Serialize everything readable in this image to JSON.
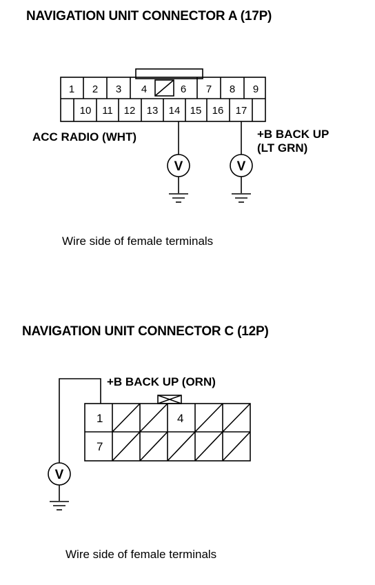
{
  "connector_a": {
    "title": "NAVIGATION UNIT CONNECTOR A (17P)",
    "top_row": [
      "1",
      "2",
      "3",
      "4",
      "6",
      "7",
      "8",
      "9"
    ],
    "bottom_row": [
      "10",
      "11",
      "12",
      "13",
      "14",
      "15",
      "16",
      "17"
    ],
    "probe_left_label": "ACC RADIO (WHT)",
    "probe_right_label_line1": "+B BACK UP",
    "probe_right_label_line2": "(LT GRN)",
    "probe_symbol": "V",
    "caption": "Wire side of female terminals"
  },
  "connector_c": {
    "title": "NAVIGATION UNIT CONNECTOR C (12P)",
    "top_row": [
      "1",
      "4"
    ],
    "bottom_row": [
      "7"
    ],
    "probe_label": "+B BACK UP (ORN)",
    "probe_symbol": "V",
    "caption": "Wire side of female terminals"
  }
}
